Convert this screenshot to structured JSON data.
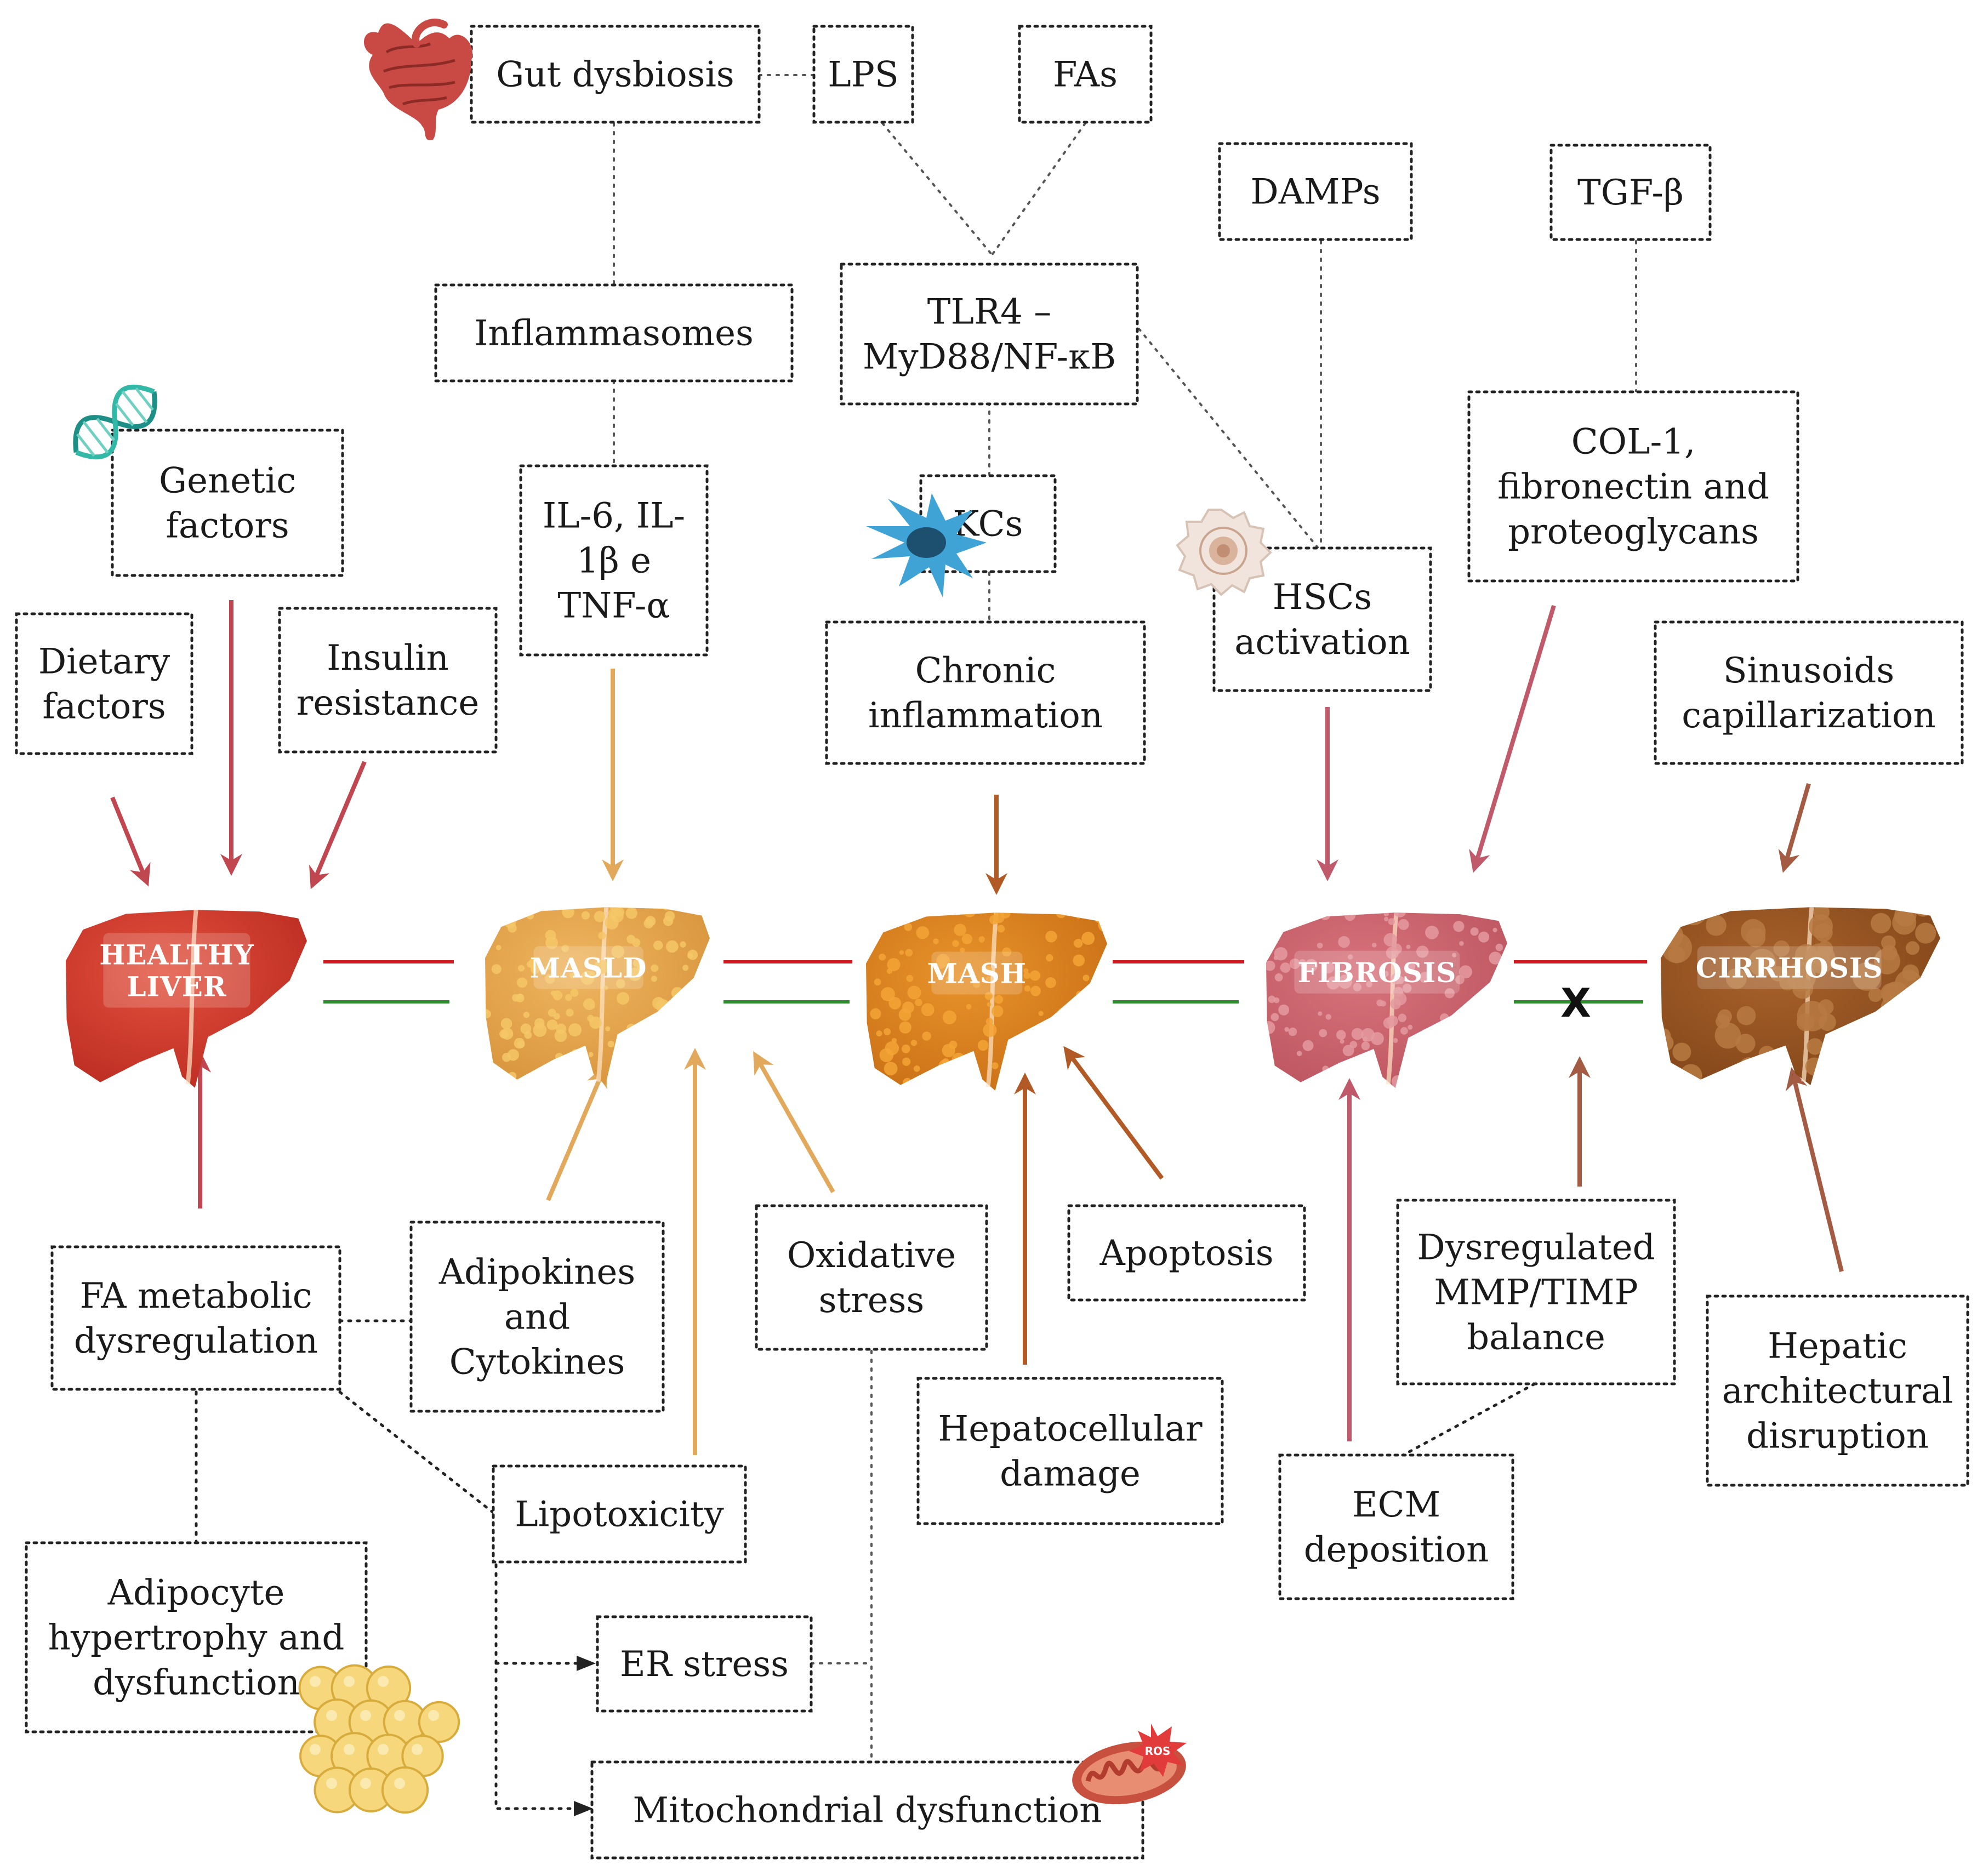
{
  "colors": {
    "red_arrow": "#c0464f",
    "tan_arrow": "#e2a95c",
    "brown_arrow": "#b25a25",
    "pink_arrow": "#c05a6a",
    "cirrhosis_arrow": "#a45b43",
    "line_red": "#d01a22",
    "line_green": "#2e8b2e"
  },
  "stages": {
    "healthy": "HEALTHY\nLIVER",
    "masld": "MASLD",
    "mash": "MASH",
    "fibrosis": "FIBROSIS",
    "cirrhosis": "CIRRHOSIS"
  },
  "boxes": {
    "gut_dysbiosis": "Gut dysbiosis",
    "lps": "LPS",
    "fas": "FAs",
    "damps": "DAMPs",
    "tgf": "TGF-β",
    "inflammasomes": "Inflammasomes",
    "tlr4": "TLR4 –\nMyD88/NF-κB",
    "genetic": "Genetic\nfactors",
    "il6": "IL-6, IL-\n1β e\nTNF-α",
    "kcs": "KCs",
    "col1": "COL-1,\nfibronectin and\nproteoglycans",
    "dietary": "Dietary\nfactors",
    "insulin": "Insulin\nresistance",
    "chronic": "Chronic\ninflammation",
    "hscs": "HSCs\nactivation",
    "sinusoids": "Sinusoids\ncapillarization",
    "fa_metabolic": "FA metabolic\ndysregulation",
    "adipokines": "Adipokines\nand\nCytokines",
    "oxidative": "Oxidative\nstress",
    "apoptosis": "Apoptosis",
    "dysregulated": "Dysregulated\nMMP/TIMP\nbalance",
    "hepatic_arch": "Hepatic\narchitectural\ndisruption",
    "hepatocellular": "Hepatocellular\ndamage",
    "lipotoxicity": "Lipotoxicity",
    "ecm": "ECM\ndeposition",
    "adipocyte": "Adipocyte\nhypertrophy and\ndysfunction",
    "er_stress": "ER stress",
    "mito": "Mitochondrial dysfunction"
  },
  "block_mark": "X",
  "ros_label": "ROS",
  "icons": [
    "intestine-icon",
    "dna-icon",
    "kupffer-cell-icon",
    "stellate-cell-icon",
    "adipocyte-cluster-icon",
    "mitochondrion-icon"
  ]
}
